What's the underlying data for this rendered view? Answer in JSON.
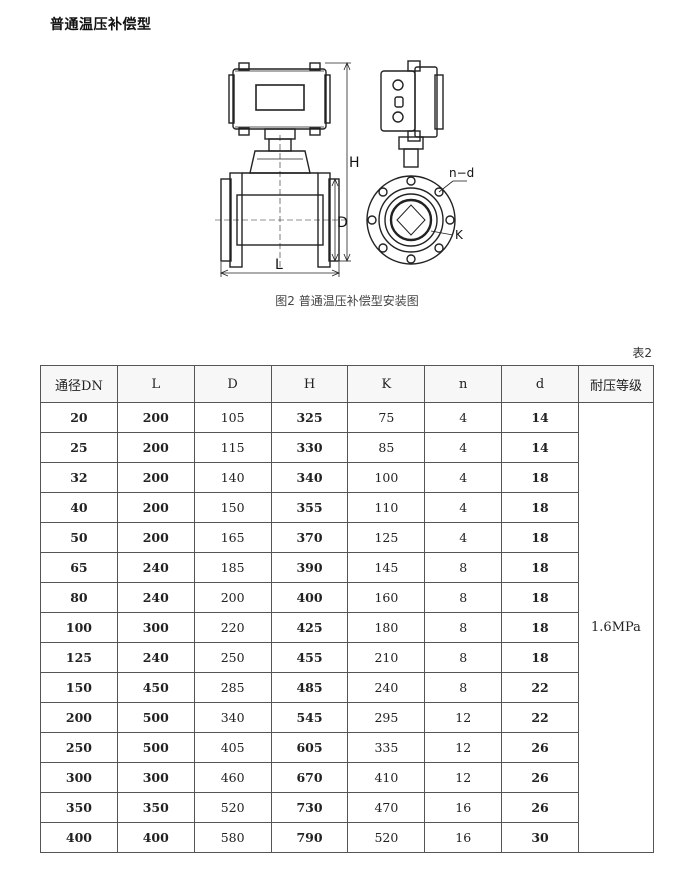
{
  "section_title": "普通温压补偿型",
  "figure": {
    "caption": "图2 普通温压补偿型安装图",
    "labels": {
      "H": "H",
      "D": "D",
      "L": "L",
      "nd": "n−d",
      "K": "K"
    }
  },
  "table": {
    "note": "表2",
    "headers": [
      "通径DN",
      "L",
      "D",
      "H",
      "K",
      "n",
      "d",
      "耐压等级"
    ],
    "pressure_rating": "1.6MPa",
    "rows": [
      [
        "20",
        "200",
        "105",
        "325",
        "75",
        "4",
        "14"
      ],
      [
        "25",
        "200",
        "115",
        "330",
        "85",
        "4",
        "14"
      ],
      [
        "32",
        "200",
        "140",
        "340",
        "100",
        "4",
        "18"
      ],
      [
        "40",
        "200",
        "150",
        "355",
        "110",
        "4",
        "18"
      ],
      [
        "50",
        "200",
        "165",
        "370",
        "125",
        "4",
        "18"
      ],
      [
        "65",
        "240",
        "185",
        "390",
        "145",
        "8",
        "18"
      ],
      [
        "80",
        "240",
        "200",
        "400",
        "160",
        "8",
        "18"
      ],
      [
        "100",
        "300",
        "220",
        "425",
        "180",
        "8",
        "18"
      ],
      [
        "125",
        "240",
        "250",
        "455",
        "210",
        "8",
        "18"
      ],
      [
        "150",
        "450",
        "285",
        "485",
        "240",
        "8",
        "22"
      ],
      [
        "200",
        "500",
        "340",
        "545",
        "295",
        "12",
        "22"
      ],
      [
        "250",
        "500",
        "405",
        "605",
        "335",
        "12",
        "26"
      ],
      [
        "300",
        "300",
        "460",
        "670",
        "410",
        "12",
        "26"
      ],
      [
        "350",
        "350",
        "520",
        "730",
        "470",
        "16",
        "26"
      ],
      [
        "400",
        "400",
        "580",
        "790",
        "520",
        "16",
        "30"
      ]
    ]
  }
}
